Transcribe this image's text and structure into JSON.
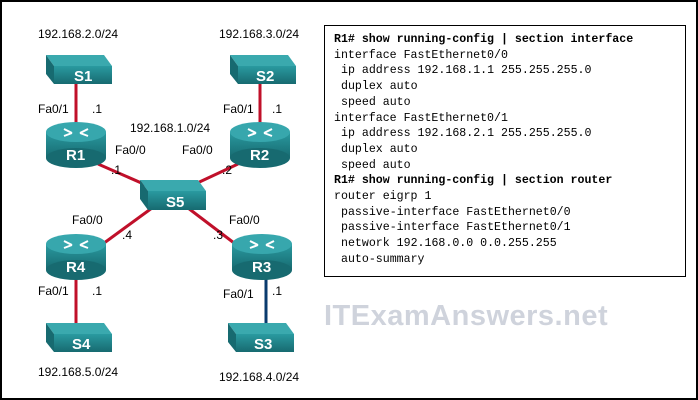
{
  "topology": {
    "routers": [
      {
        "id": "R1",
        "label": "R1"
      },
      {
        "id": "R2",
        "label": "R2"
      },
      {
        "id": "R3",
        "label": "R3"
      },
      {
        "id": "R4",
        "label": "R4"
      }
    ],
    "switches": [
      {
        "id": "S1",
        "label": "S1"
      },
      {
        "id": "S2",
        "label": "S2"
      },
      {
        "id": "S3",
        "label": "S3"
      },
      {
        "id": "S4",
        "label": "S4"
      },
      {
        "id": "S5",
        "label": "S5"
      }
    ],
    "networks": {
      "s1": "192.168.2.0/24",
      "s2": "192.168.3.0/24",
      "core": "192.168.1.0/24",
      "s3": "192.168.4.0/24",
      "s4": "192.168.5.0/24"
    },
    "interfaces": {
      "r1_fa01": "Fa0/1",
      "r1_fa01_host": ".1",
      "r1_fa00": "Fa0/0",
      "r1_fa00_host": ".1",
      "r2_fa01": "Fa0/1",
      "r2_fa01_host": ".1",
      "r2_fa00": "Fa0/0",
      "r2_fa00_host": ".2",
      "r4_fa00": "Fa0/0",
      "r4_fa00_host": ".4",
      "r4_fa01": "Fa0/1",
      "r4_fa01_host": ".1",
      "r3_fa00": "Fa0/0",
      "r3_fa00_host": ".3",
      "r3_fa01": "Fa0/1",
      "r3_fa01_host": ".1"
    },
    "colors": {
      "device_body": "#1f7f86",
      "device_top": "#37a7ad",
      "serial_link": "#c0102a",
      "ethernet_link": "#0a3b6e"
    }
  },
  "config": [
    {
      "text": "R1# show running-config | section interface",
      "cmd": true
    },
    {
      "text": "interface FastEthernet0/0",
      "cmd": false,
      "indent": false
    },
    {
      "text": "ip address 192.168.1.1 255.255.255.0",
      "cmd": false,
      "indent": true
    },
    {
      "text": "duplex auto",
      "cmd": false,
      "indent": true
    },
    {
      "text": "speed auto",
      "cmd": false,
      "indent": true
    },
    {
      "text": "interface FastEthernet0/1",
      "cmd": false,
      "indent": false
    },
    {
      "text": "ip address 192.168.2.1 255.255.255.0",
      "cmd": false,
      "indent": true
    },
    {
      "text": "duplex auto",
      "cmd": false,
      "indent": true
    },
    {
      "text": "speed auto",
      "cmd": false,
      "indent": true
    },
    {
      "text": "R1# show running-config | section router",
      "cmd": true
    },
    {
      "text": "router eigrp 1",
      "cmd": false,
      "indent": false
    },
    {
      "text": "passive-interface FastEthernet0/0",
      "cmd": false,
      "indent": true
    },
    {
      "text": "passive-interface FastEthernet0/1",
      "cmd": false,
      "indent": true
    },
    {
      "text": "network 192.168.0.0 0.0.255.255",
      "cmd": false,
      "indent": true
    },
    {
      "text": "auto-summary",
      "cmd": false,
      "indent": true
    }
  ],
  "watermark": "ITExamAnswers.net"
}
